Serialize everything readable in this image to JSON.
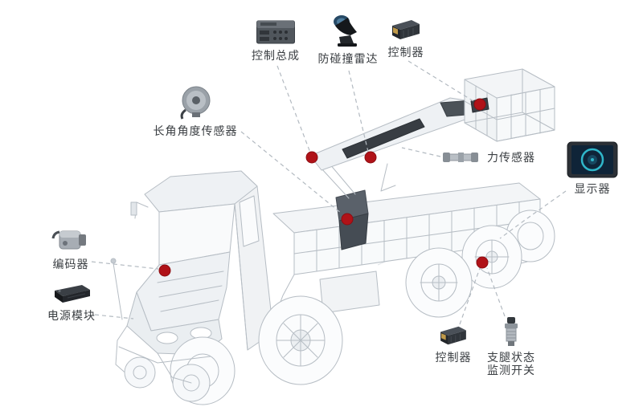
{
  "title": "truck-mounted-aerial-platform-sensor-layout-diagram",
  "colors": {
    "marker": "#b01218",
    "dashed_line": "#b3bac1",
    "text": "#3a3e42",
    "wireframe": "#b6bdc4",
    "boom_dark": "#383d43",
    "display_screen_accent": "#2fb6c9"
  },
  "callouts": {
    "control_assembly": {
      "label": "控制总成",
      "icon": "control-panel-icon"
    },
    "anti_collision_radar": {
      "label": "防碰撞雷达",
      "icon": "radar-sensor-icon"
    },
    "controller_top": {
      "label": "控制器",
      "icon": "controller-module-icon"
    },
    "boom_angle_sensor": {
      "label": "长角角度传感器",
      "icon": "angle-sensor-icon"
    },
    "force_sensor": {
      "label": "力传感器",
      "icon": "load-cell-icon"
    },
    "display": {
      "label": "显示器",
      "icon": "display-screen-icon"
    },
    "encoder": {
      "label": "编码器",
      "icon": "encoder-icon"
    },
    "power_module": {
      "label": "电源模块",
      "icon": "power-module-icon"
    },
    "controller_bottom": {
      "label": "控制器",
      "icon": "controller-module-icon"
    },
    "outrigger_switch": {
      "label_line1": "支腿状态",
      "label_line2": "监测开关",
      "icon": "outrigger-switch-icon"
    }
  },
  "markers": {
    "count": 6,
    "meaning": "sensor-mount-location"
  }
}
